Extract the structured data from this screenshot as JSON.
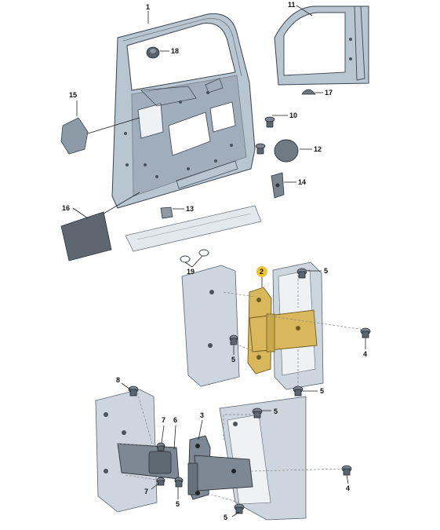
{
  "callouts": {
    "c1": "1",
    "c2": "2",
    "c3": "3",
    "c4a": "4",
    "c4b": "4",
    "c5a": "5",
    "c5b": "5",
    "c5c": "5",
    "c5d": "5",
    "c5e": "5",
    "c5f": "5",
    "c6": "6",
    "c7a": "7",
    "c7b": "7",
    "c8": "8",
    "c10": "10",
    "c11": "11",
    "c12": "12",
    "c13": "13",
    "c14": "14",
    "c15": "15",
    "c16": "16",
    "c17": "17",
    "c18": "18",
    "c19": "19"
  },
  "highlight_color": "#f1c232",
  "hinge_color": "#d9b75c",
  "door_color": "#b8c6d2"
}
